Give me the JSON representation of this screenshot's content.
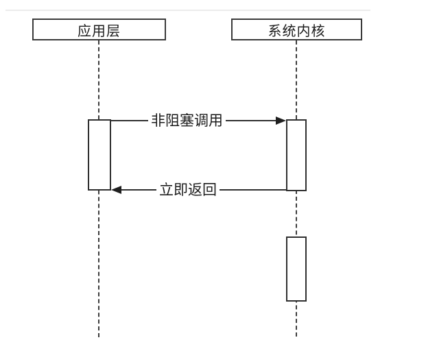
{
  "diagram": {
    "type": "sequence-diagram",
    "actors": [
      {
        "id": "application-layer",
        "label": "应用层"
      },
      {
        "id": "system-kernel",
        "label": "系统内核"
      }
    ],
    "messages": [
      {
        "label": "非阻塞调用",
        "from": "application-layer",
        "to": "system-kernel",
        "direction": "right",
        "line_style": "solid"
      },
      {
        "label": "立即返回",
        "from": "system-kernel",
        "to": "application-layer",
        "direction": "left",
        "line_style": "solid"
      }
    ],
    "activations": [
      {
        "actor": "application-layer",
        "count": 1
      },
      {
        "actor": "system-kernel",
        "count": 2
      }
    ],
    "colors": {
      "background": "#ffffff",
      "line": "#2f2f2f",
      "text": "#1c1c1c",
      "faint_top_line": "#ececec"
    }
  }
}
